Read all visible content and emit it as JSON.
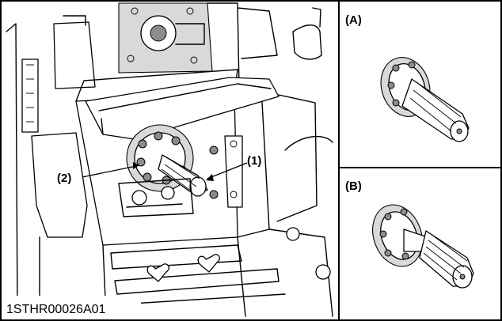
{
  "figure": {
    "code": "1STHR00026A01",
    "main_callouts": {
      "shaft": "(1)",
      "flange": "(2)"
    },
    "inset_a_label": "(A)",
    "inset_b_label": "(B)"
  },
  "colors": {
    "line": "#000000",
    "background": "#ffffff",
    "shading": "#d9d9d9"
  }
}
